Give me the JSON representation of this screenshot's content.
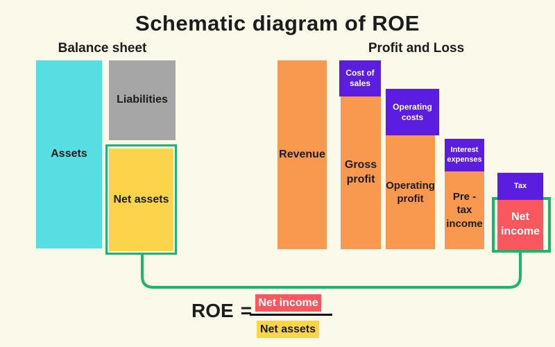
{
  "title": "Schematic diagram of ROE",
  "balance_sheet": {
    "heading": "Balance sheet",
    "assets_label": "Assets",
    "liabilities_label": "Liabilities",
    "net_assets_label": "Net assets"
  },
  "profit_and_loss": {
    "heading": "Profit and Loss",
    "revenue_label": "Revenue",
    "cost_of_sales_label": "Cost of\nsales",
    "gross_profit_label": "Gross\nprofit",
    "operating_costs_label": "Operating\ncosts",
    "operating_profit_label": "Operating\nprofit",
    "interest_expenses_label": "Interest\nexpenses",
    "pre_tax_income_label": "Pre -\ntax\nincome",
    "tax_label": "Tax",
    "net_income_label": "Net\nincome"
  },
  "formula": {
    "lhs": "ROE",
    "equals": "=",
    "numerator": "Net income",
    "denominator": "Net assets"
  },
  "colors": {
    "background": "#FBF9E9",
    "assets": "#57DEE3",
    "liabilities": "#A6A6A6",
    "net_assets": "#FBD44C",
    "pl_bars": "#F8994F",
    "cost_boxes": "#5B1EE1",
    "net_income": "#FA575E",
    "highlight_green": "#1DB56B",
    "text": "#1C1C1C"
  }
}
